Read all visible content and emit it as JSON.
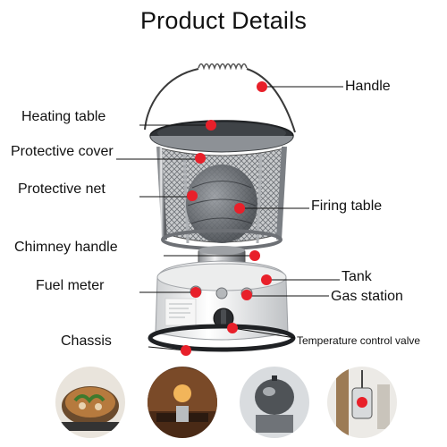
{
  "title": "Product Details",
  "labels": {
    "handle": "Handle",
    "heating_table": "Heating table",
    "protective_cover": "Protective cover",
    "protective_net": "Protective net",
    "firing_table": "Firing table",
    "chimney_handle": "Chimney handle",
    "tank": "Tank",
    "fuel_meter": "Fuel meter",
    "gas_station": "Gas station",
    "chassis": "Chassis",
    "temperature_control_valve": "Temperature control valve"
  },
  "colors": {
    "marker": "#e8202a",
    "leader": "#111111"
  },
  "thumbnails": [
    {
      "icon": "hot-pot-photo"
    },
    {
      "icon": "tent-interior-photo"
    },
    {
      "icon": "kettle-on-stove-photo"
    },
    {
      "icon": "hanging-lantern-photo"
    }
  ]
}
